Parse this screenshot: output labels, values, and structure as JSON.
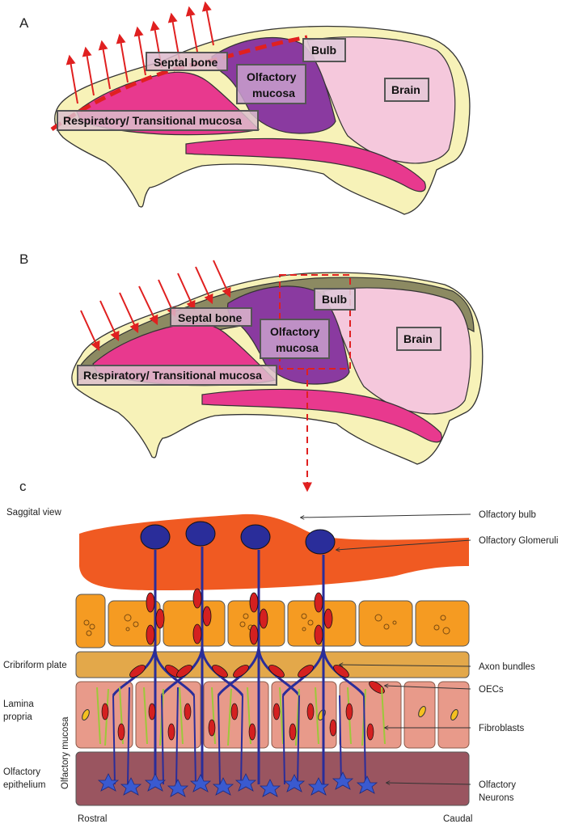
{
  "panels": {
    "a": "A",
    "b": "B",
    "c": "c"
  },
  "panel_a": {
    "septal_bone": "Septal bone",
    "bulb": "Bulb",
    "olfactory_mucosa": [
      "Olfactory",
      "mucosa"
    ],
    "brain": "Brain",
    "respiratory_mucosa": "Respiratory/ Transitional mucosa"
  },
  "panel_b": {
    "septal_bone": "Septal bone",
    "bulb": "Bulb",
    "olfactory_mucosa": [
      "Olfactory",
      "mucosa"
    ],
    "brain": "Brain",
    "respiratory_mucosa": "Respiratory/ Transitional mucosa"
  },
  "panel_c": {
    "saggital_view": "Saggital view",
    "cribriform_plate": "Cribriform plate",
    "lamina_propria": [
      "Lamina",
      "propria"
    ],
    "olfactory_epithelium": [
      "Olfactory",
      "epithelium"
    ],
    "olfactory_mucosa_vertical": "Olfactory mucosa",
    "rostral": "Rostral",
    "caudal": "Caudal",
    "callouts": {
      "olfactory_bulb": "Olfactory bulb",
      "olfactory_glomeruli": "Olfactory Glomeruli",
      "axon_bundles": "Axon bundles",
      "oecs": "OECs",
      "fibroblasts": "Fibroblasts",
      "olfactory_neurons": [
        "Olfactory",
        "Neurons"
      ]
    }
  },
  "colors": {
    "skull": "#f7f2b8",
    "respiratory": "#e8398e",
    "olfactory_mucosa": "#8a3aa0",
    "brain": "#f5c8dc",
    "bulb_c": "#f05a22",
    "glomerulus": "#2a2d9a",
    "arrow": "#e02020",
    "epithelium": "#9a5560"
  }
}
